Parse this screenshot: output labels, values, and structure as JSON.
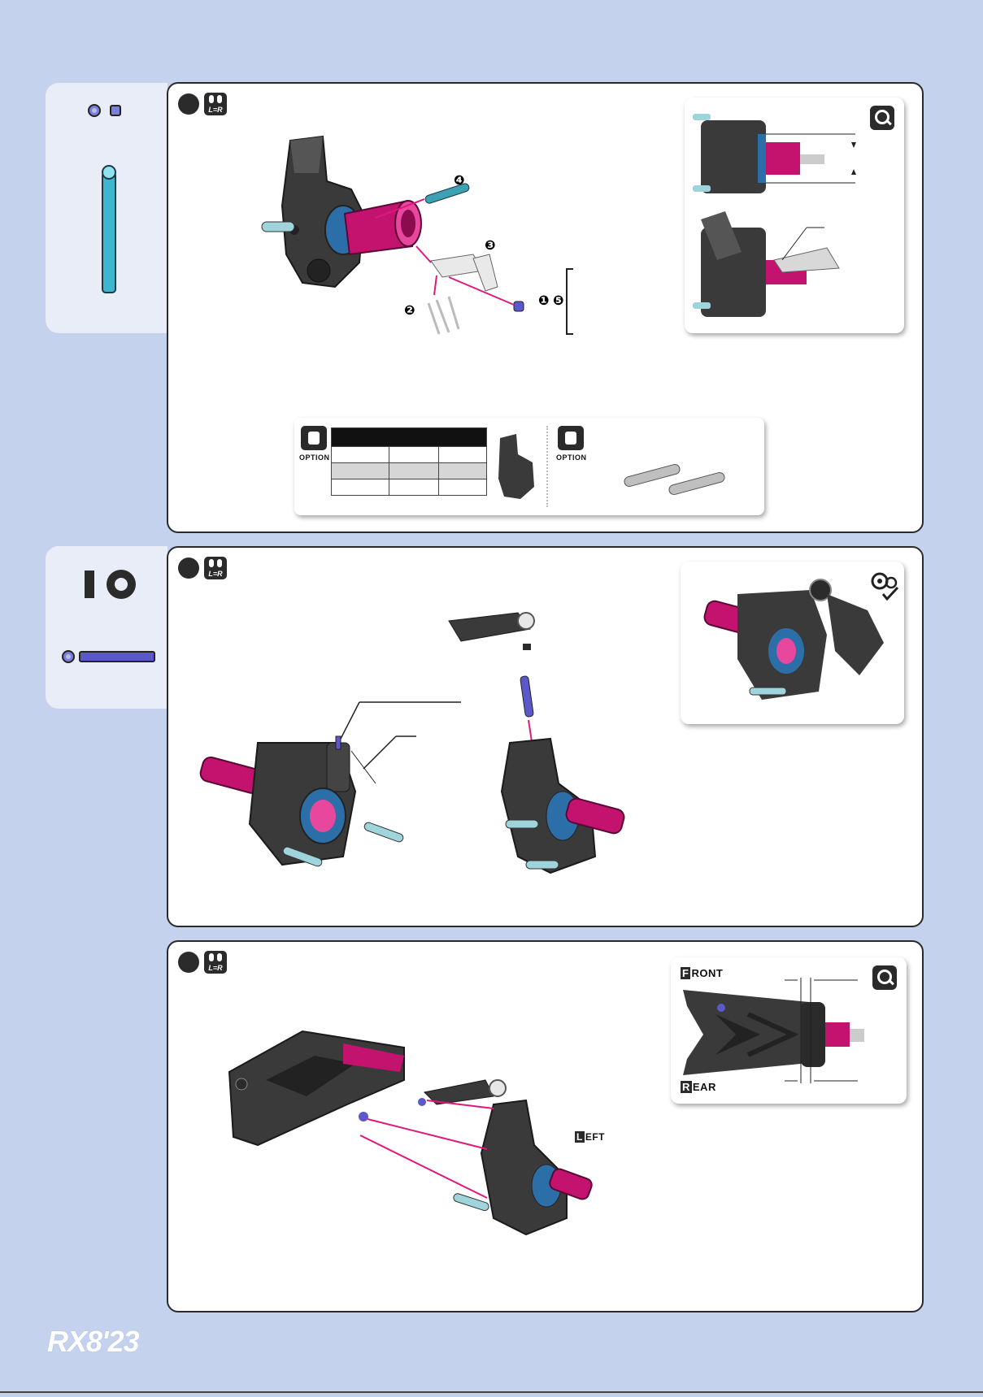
{
  "steps": [
    {
      "id": "step-a",
      "lr_label": "L=R"
    },
    {
      "id": "step-b",
      "lr_label": "L=R"
    },
    {
      "id": "step-c",
      "lr_label": "L=R"
    }
  ],
  "step1": {
    "callouts": [
      "❹",
      "❸",
      "❷",
      "❶",
      "❺"
    ],
    "option_label": "OPTION",
    "option2_label": "OPTION"
  },
  "step3": {
    "front_label_cap": "F",
    "front_label_rest": "RONT",
    "rear_label_cap": "R",
    "rear_label_rest": "EAR",
    "left_label_cap": "L",
    "left_label_rest": "EFT"
  },
  "footer": {
    "logo": "RX8'23"
  },
  "colors": {
    "background": "#c5d2ee",
    "accent_pink": "#e0187e",
    "part_dark": "#3a3a3a",
    "pin_cyan": "#4ec3d6",
    "pin_purple": "#5b58c9"
  }
}
